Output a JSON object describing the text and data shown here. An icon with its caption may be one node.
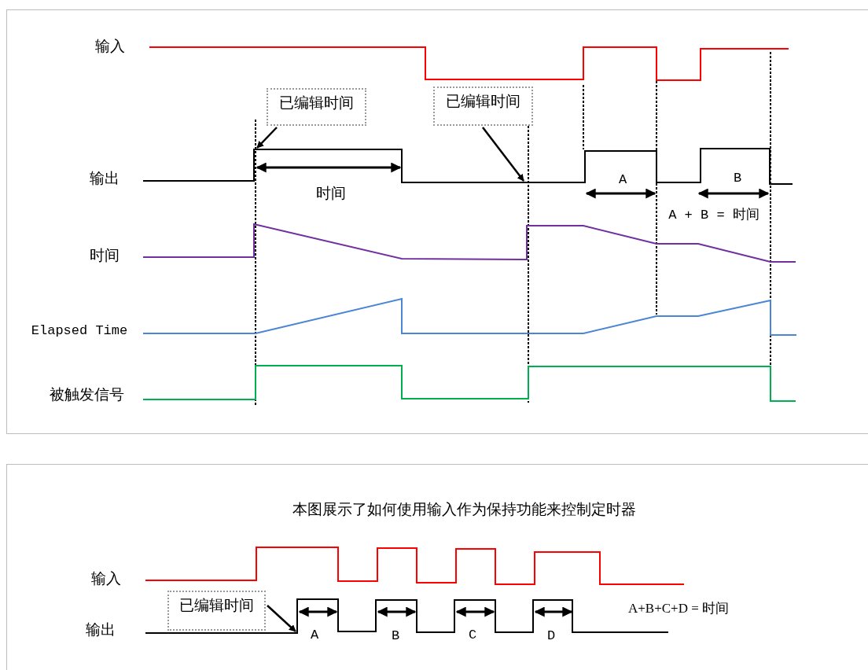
{
  "diagram": {
    "nodes": [
      {
        "text": [
          "已编辑时间"
        ]
      },
      {
        "text": [
          "已编辑时间"
        ]
      },
      {
        "text": [
          "已编辑时间"
        ]
      },
      {
        "text": [],
        "shape": "waveform"
      },
      {
        "text": [],
        "shape": "waveform"
      }
    ],
    "edges": [
      {
        "from": 0,
        "to": 3,
        "arrow": "to"
      },
      {
        "from": 1,
        "to": 3,
        "arrow": "to"
      },
      {
        "from": 2,
        "to": 4,
        "arrow": "to"
      }
    ],
    "labels": [
      "输入",
      "输出",
      "A",
      "B",
      "时间",
      "A + B = 时间",
      "时间",
      "Elapsed Time",
      "被触发信号",
      "本图展示了如何使用输入作为保持功能来控制定时器",
      "输入",
      "A+B+C+D = 时间",
      "输出",
      "A",
      "B",
      "C",
      "D"
    ]
  }
}
